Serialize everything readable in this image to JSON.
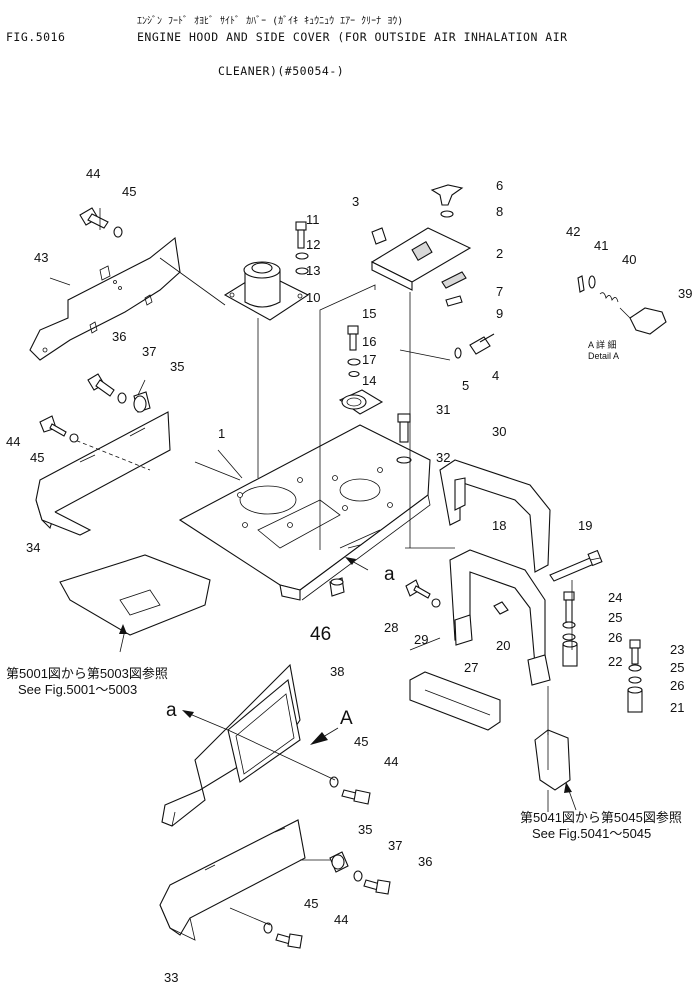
{
  "header": {
    "fig_number": "FIG.5016",
    "japanese_title": "ｴﾝｼﾞﾝ ﾌｰﾄﾞ ｵﾖﾋﾞ ｻｲﾄﾞ ｶﾊﾞｰ (ｶﾞｲｷ ｷｭｳﾆｭｳ ｴｱｰ ｸﾘｰﾅ ﾖｳ)",
    "title_line1": "ENGINE HOOD AND SIDE COVER (FOR OUTSIDE AIR INHALATION AIR",
    "title_line2": "CLEANER)(#50054-)"
  },
  "part_numbers": {
    "p1": "1",
    "p2": "2",
    "p3": "3",
    "p4": "4",
    "p5": "5",
    "p6": "6",
    "p7": "7",
    "p8": "8",
    "p9": "9",
    "p10": "10",
    "p11": "11",
    "p12": "12",
    "p13": "13",
    "p14": "14",
    "p15": "15",
    "p16": "16",
    "p17": "17",
    "p18": "18",
    "p19": "19",
    "p20": "20",
    "p21": "21",
    "p22": "22",
    "p23": "23",
    "p24": "24",
    "p25": "25",
    "p26": "26",
    "p27": "27",
    "p28": "28",
    "p29": "29",
    "p30": "30",
    "p31": "31",
    "p32": "32",
    "p33": "33",
    "p34": "34",
    "p35": "35",
    "p36": "36",
    "p37": "37",
    "p38": "38",
    "p39": "39",
    "p40": "40",
    "p41": "41",
    "p42": "42",
    "p43": "43",
    "p44": "44",
    "p45": "45",
    "p46": "46"
  },
  "view_markers": {
    "a": "a",
    "A": "A"
  },
  "detail_a": {
    "japanese": "A 詳 細",
    "english": "Detail A"
  },
  "references": {
    "ref_5001_jp": "第5001図から第5003図参照",
    "ref_5001_en": "See Fig.5001～5003",
    "ref_5041_jp": "第5041図から第5045図参照",
    "ref_5041_en": "See Fig.5041～5045"
  }
}
